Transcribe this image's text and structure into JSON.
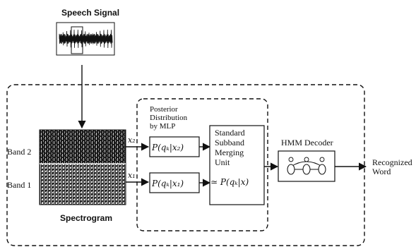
{
  "speech": {
    "label": "Speech Signal"
  },
  "spectrogram": {
    "label": "Spectrogram",
    "band2": "Band 2",
    "band1": "Band 1"
  },
  "features": {
    "x2": "x₂",
    "x1": "x₁"
  },
  "mlp": {
    "title_line1": "Posterior",
    "title_line2": "Distribution",
    "title_line3": "by MLP",
    "box_top": "P(qₖ|x₂)",
    "box_bottom": "P(qₖ|x₁)"
  },
  "merging": {
    "line1": "Standard",
    "line2": "Subband",
    "line3": "Merging",
    "line4": "Unit",
    "output": "≃ P(qₖ|x)"
  },
  "hmm": {
    "label": "HMM Decoder"
  },
  "result": {
    "line1": "Recognized",
    "line2": "Word"
  },
  "colors": {
    "ink": "#111111",
    "paper": "#ffffff",
    "spectrogram_dark": "#1a1a1a"
  }
}
